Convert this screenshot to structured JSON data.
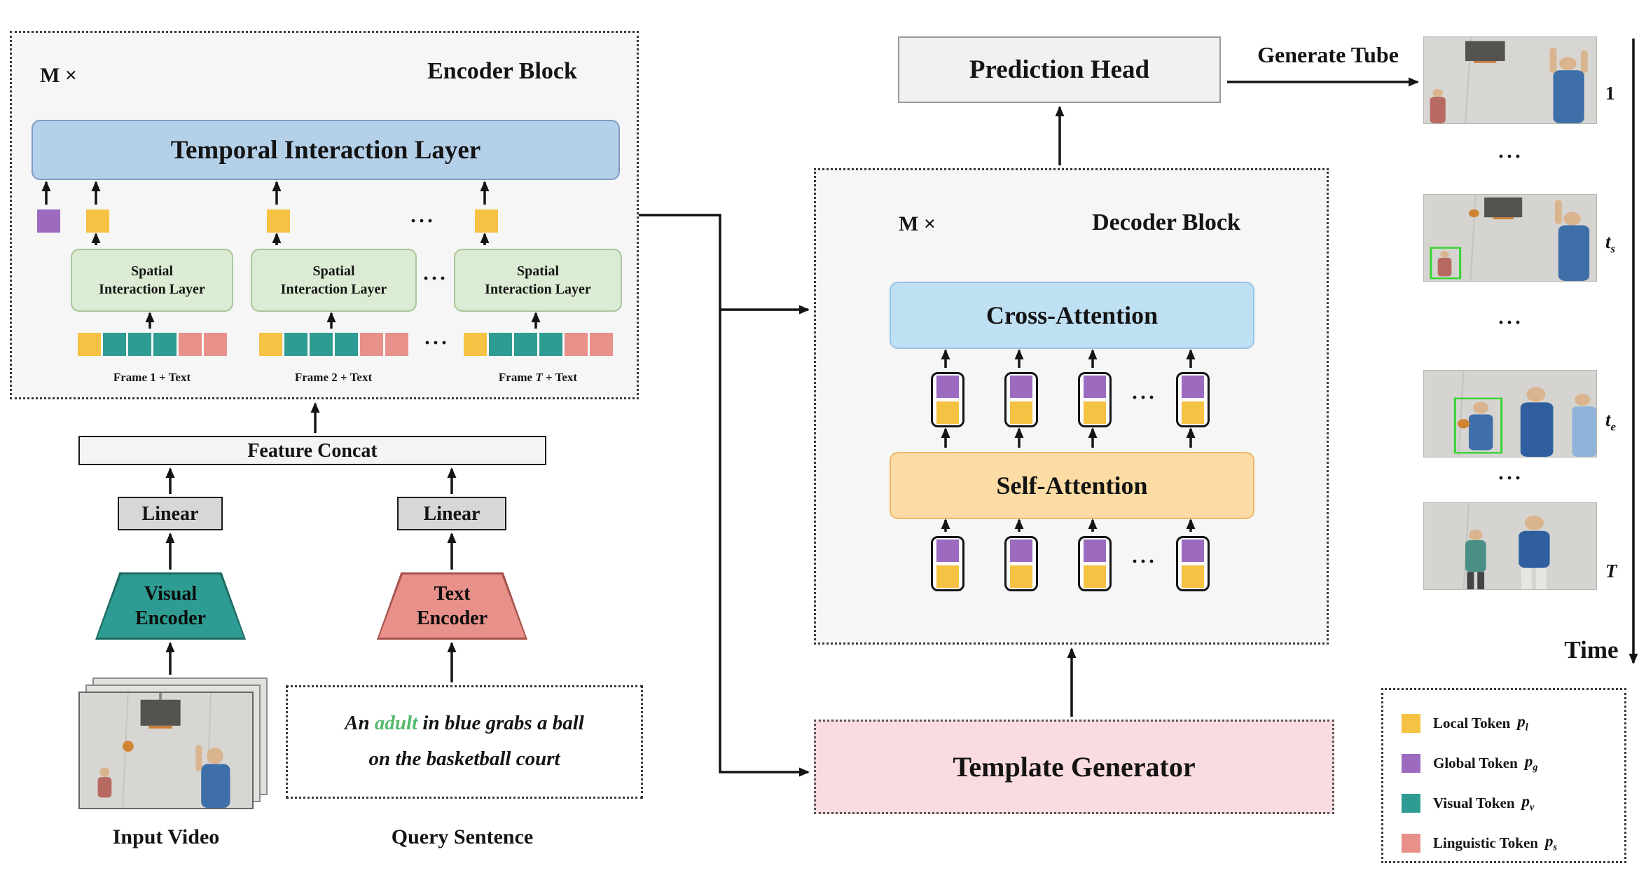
{
  "ellipsis": "···",
  "colors": {
    "local_token": "#F5C243",
    "global_token": "#9C6BBF",
    "visual_token": "#2E9C92",
    "linguistic_token": "#E8908A",
    "temporal_fill": "#B5D0E9",
    "spatial_fill": "#DCEBD3",
    "cross_attention_fill": "#BFE0F3",
    "self_attention_fill": "#FCDCA4",
    "template_fill": "#FADCE0",
    "query_highlight": "#56BA6E"
  },
  "encoder": {
    "multiplier": "M ×",
    "title": "Encoder Block",
    "temporal_layer": "Temporal Interaction Layer",
    "spatial_layer": {
      "line1": "Spatial",
      "line2": "Interaction Layer"
    },
    "frame_labels": [
      {
        "pre": "Frame ",
        "var": "1",
        "post": " + Text"
      },
      {
        "pre": "Frame ",
        "var": "2",
        "post": " + Text"
      },
      {
        "pre": "Frame ",
        "var": "T",
        "post": " + Text"
      }
    ]
  },
  "pipeline": {
    "feature_concat": "Feature Concat",
    "linear": "Linear",
    "visual_encoder": {
      "line1": "Visual",
      "line2": "Encoder"
    },
    "text_encoder": {
      "line1": "Text",
      "line2": "Encoder"
    },
    "input_video_label": "Input Video",
    "query_sentence_label": "Query Sentence",
    "query": {
      "line1_pre": "An ",
      "line1_highlight": "adult",
      "line1_post": " in blue grabs a ball",
      "line2": "on the basketball court"
    }
  },
  "decoder": {
    "multiplier": "M ×",
    "title": "Decoder Block",
    "cross_attention": "Cross-Attention",
    "self_attention": "Self-Attention"
  },
  "prediction_head": "Prediction Head",
  "generate_tube": "Generate Tube",
  "template_generator": "Template Generator",
  "timeline": {
    "items": [
      {
        "main": "1",
        "sub": ""
      },
      {
        "main": "t",
        "sub": "s"
      },
      {
        "main": "t",
        "sub": "e"
      },
      {
        "main": "T",
        "sub": ""
      }
    ],
    "time_label": "Time"
  },
  "legend": {
    "items": [
      {
        "label": "Local Token",
        "sym": "p",
        "sub": "l",
        "color": "#F5C243"
      },
      {
        "label": "Global Token",
        "sym": "p",
        "sub": "g",
        "color": "#9C6BBF"
      },
      {
        "label": "Visual Token",
        "sym": "p",
        "sub": "v",
        "color": "#2E9C92"
      },
      {
        "label": "Linguistic Token",
        "sym": "p",
        "sub": "s",
        "color": "#E8908A"
      }
    ]
  }
}
